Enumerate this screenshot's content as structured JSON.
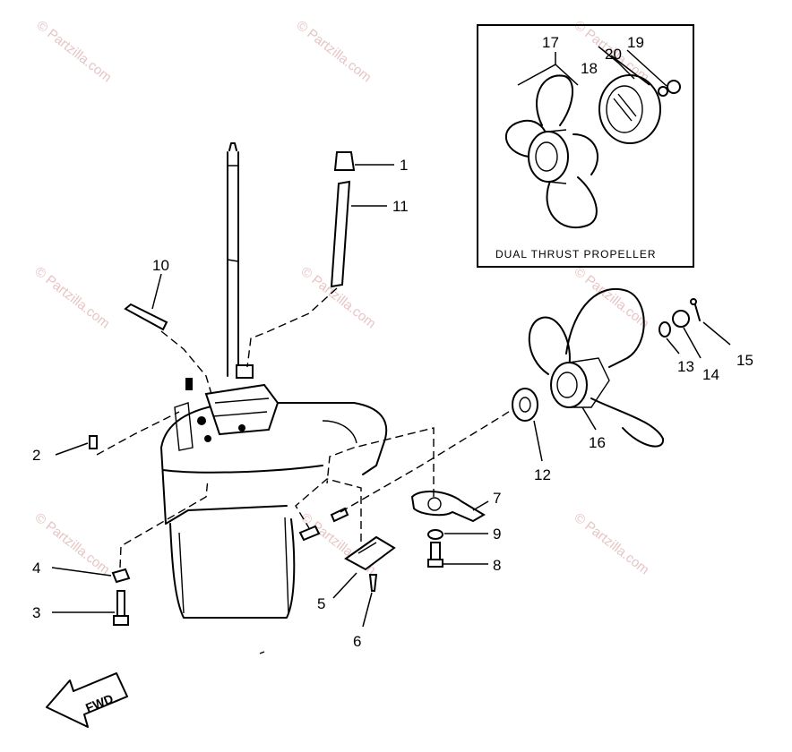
{
  "watermark": {
    "text": "© Partzilla.com",
    "color": "#e7c5c5"
  },
  "inset": {
    "caption": "DUAL THRUST PROPELLER"
  },
  "callouts": {
    "c1": "1",
    "c2": "2",
    "c3": "3",
    "c4": "4",
    "c5": "5",
    "c6": "6",
    "c7": "7",
    "c8": "8",
    "c9": "9",
    "c10": "10",
    "c11": "11",
    "c12": "12",
    "c13": "13",
    "c14": "14",
    "c15": "15",
    "c16": "16",
    "c17": "17",
    "c18": "18",
    "c19": "19",
    "c20": "20"
  },
  "fwd_arrow": {
    "text": "FWD"
  }
}
